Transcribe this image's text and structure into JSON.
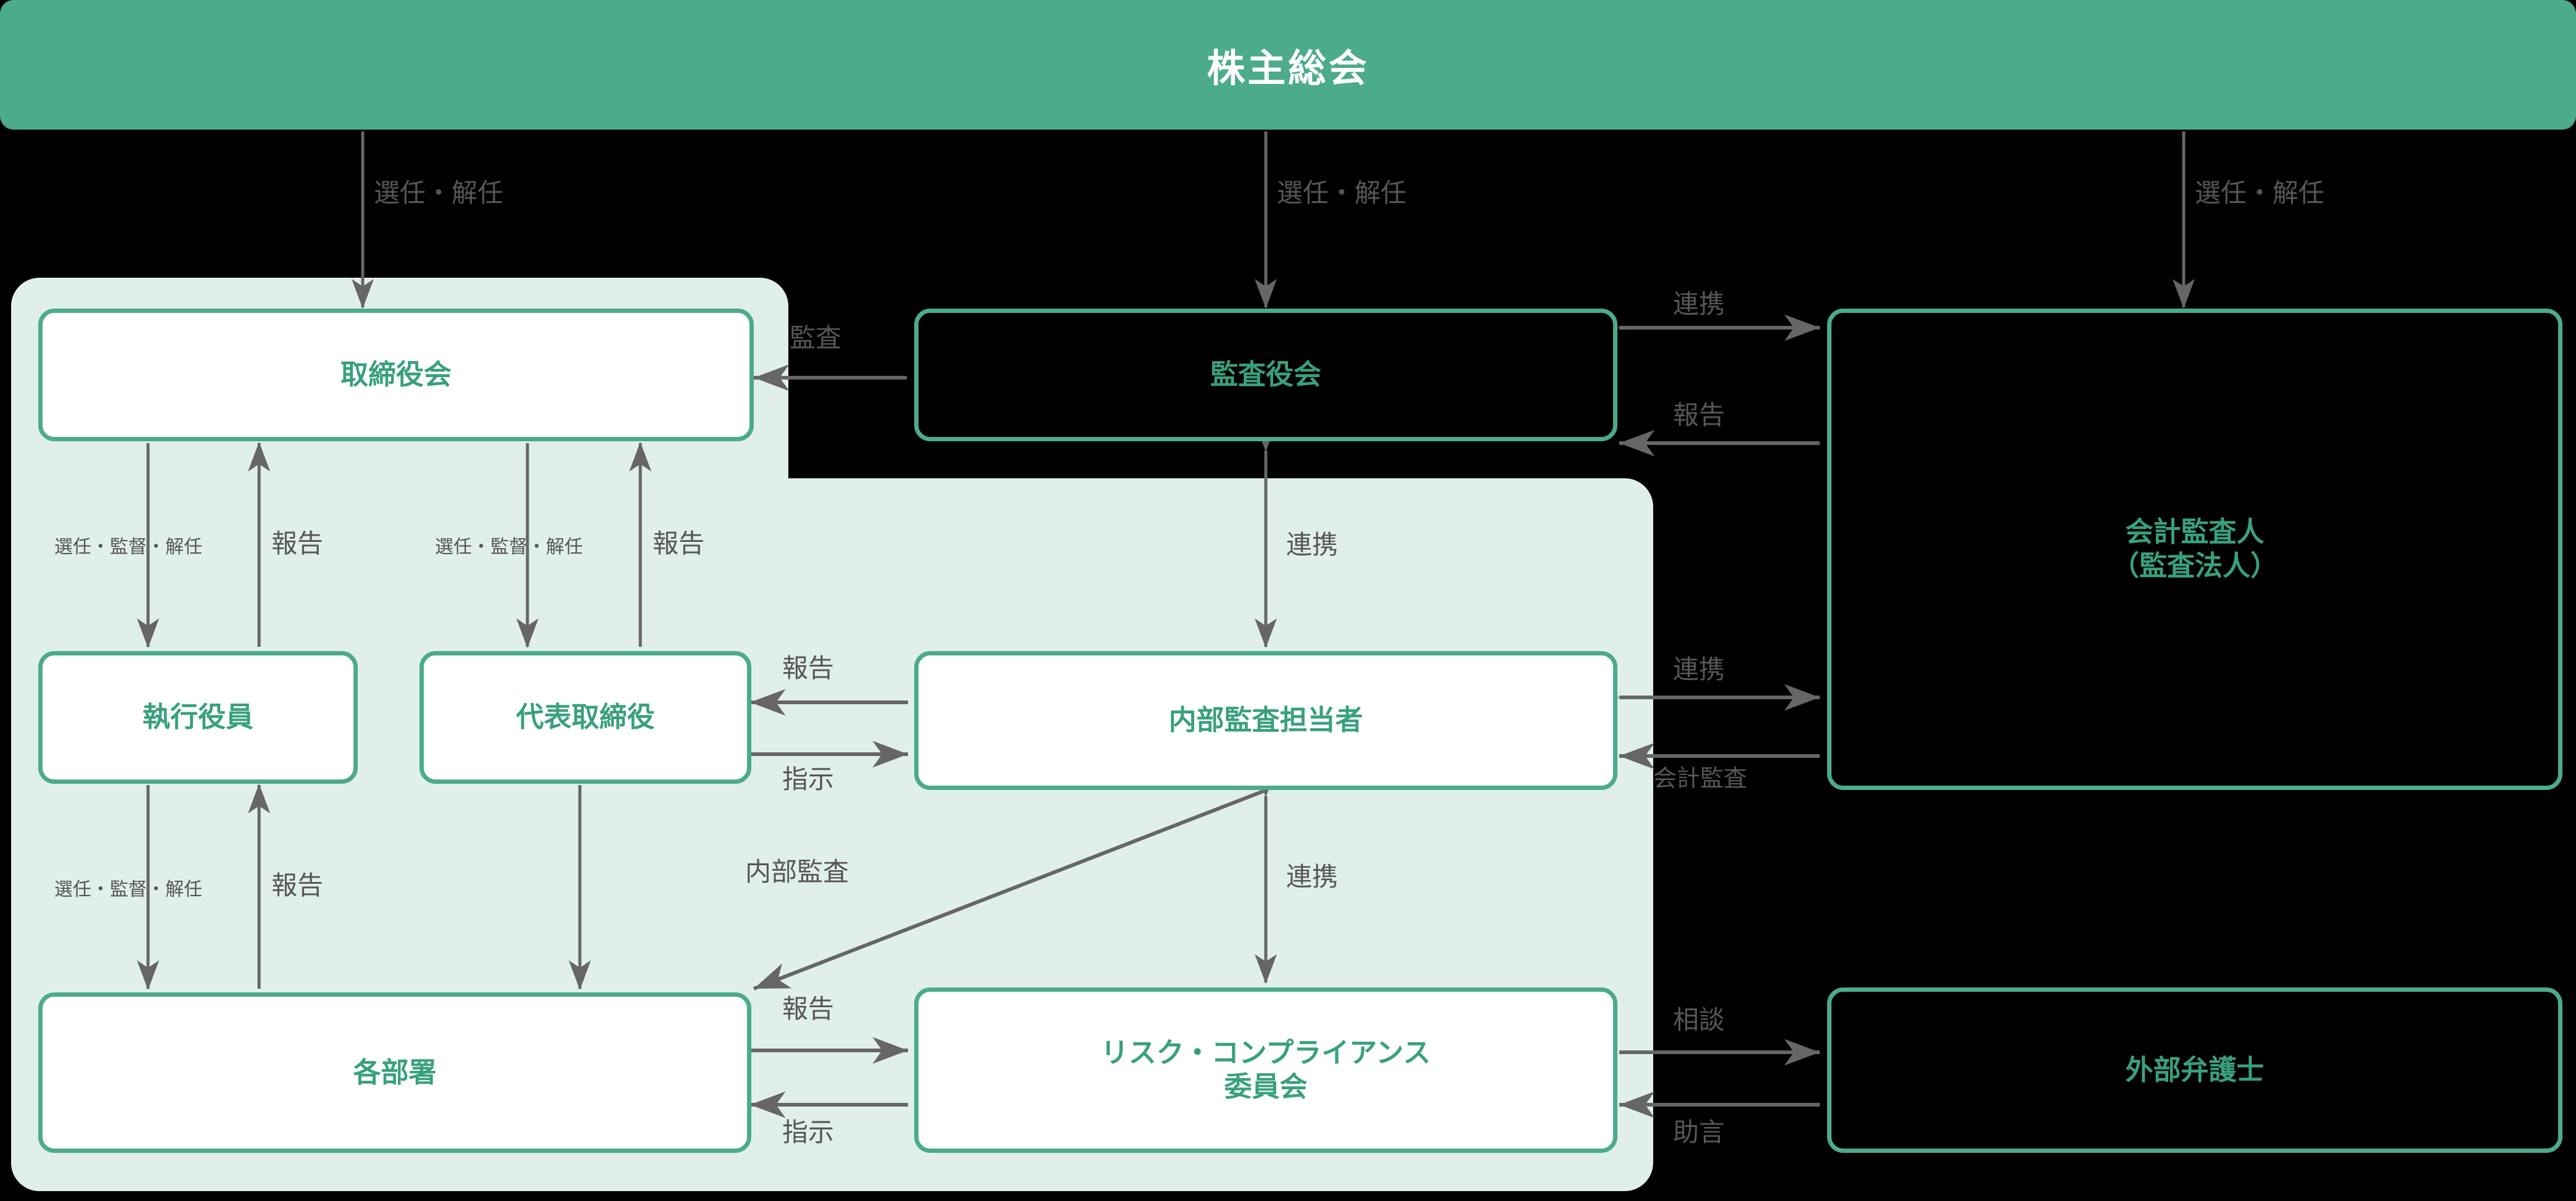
{
  "diagram": {
    "title": "株主総会",
    "colors": {
      "brand_green": "#4cab8a",
      "node_text_green": "#39a07d",
      "panel_light": "#e1efe9",
      "background": "#000000",
      "arrow_gray": "#666666",
      "label_gray": "#565656",
      "header_text": "#ffffff"
    },
    "nodes": {
      "shareholders_meeting": "株主総会",
      "board_of_directors": "取締役会",
      "board_of_auditors": "監査役会",
      "accounting_auditor": "会計監査人\n（監査法人）",
      "accounting_auditor_line1": "会計監査人",
      "accounting_auditor_line2": "（監査法人）",
      "executive_officers": "執行役員",
      "representative_director": "代表取締役",
      "internal_audit_staff": "内部監査担当者",
      "departments": "各部署",
      "risk_compliance_committee_line1": "リスク・コンプライアンス",
      "risk_compliance_committee_line2": "委員会",
      "external_lawyer": "外部弁護士"
    },
    "edge_labels": {
      "appoint_dismiss_left": "選任・解任",
      "appoint_dismiss_center": "選任・解任",
      "appoint_dismiss_right": "選任・解任",
      "audit_to_board": "監査",
      "coop_auditor_accounting": "連携",
      "report_accounting_to_auditor": "報告",
      "coop_auditors_internal": "連携",
      "coop_internal_accounting": "連携",
      "accounting_audit": "会計監査",
      "appoint_supervise_dismiss_exec": "選任・監督・解任",
      "report_exec_to_board": "報告",
      "appoint_supervise_dismiss_rep": "選任・監督・解任",
      "report_rep_to_board": "報告",
      "report_internal_to_rep": "報告",
      "instruct_rep_to_internal": "指示",
      "appoint_supervise_dismiss_dept": "選任・監督・解任",
      "report_dept_to_exec": "報告",
      "internal_audit_diagonal": "内部監査",
      "coop_internal_risk": "連携",
      "report_dept_to_risk": "報告",
      "instruct_risk_to_dept": "指示",
      "consult_to_lawyer": "相談",
      "advice_from_lawyer": "助言"
    }
  }
}
